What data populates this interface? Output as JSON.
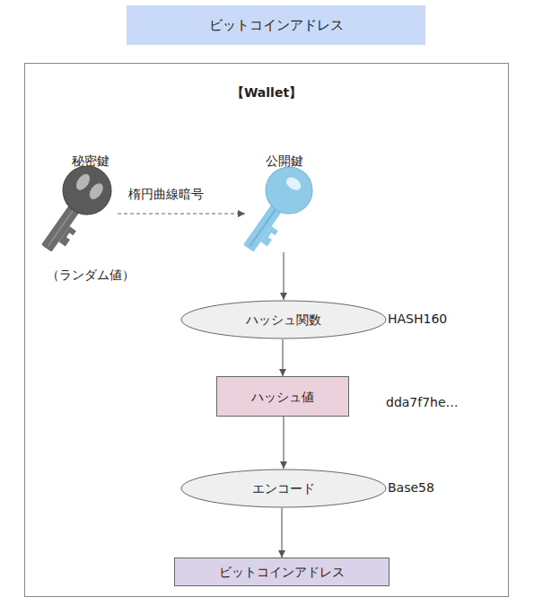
{
  "diagram": {
    "title": "ビットコインアドレス",
    "nodes": [
      {
        "text": [
          "【Wallet】"
        ]
      },
      {
        "text": [
          "秘密鍵",
          "（ランダム値）"
        ],
        "in": 0
      },
      {
        "text": [
          "公開鍵"
        ],
        "in": 0
      },
      {
        "text": [
          "ハッシュ関数"
        ],
        "in": 0
      },
      {
        "text": [
          "ハッシュ値"
        ],
        "in": 0
      },
      {
        "text": [
          "エンコード"
        ],
        "in": 0
      },
      {
        "text": [
          "ビットコインアドレス"
        ],
        "in": 0
      }
    ],
    "edges": [
      {
        "from": 1,
        "to": 2,
        "label": "楕円曲線暗号",
        "arrow": "to"
      },
      {
        "from": 2,
        "to": 3,
        "arrow": "to"
      },
      {
        "from": 3,
        "to": 4,
        "arrow": "to"
      },
      {
        "from": 4,
        "to": 5,
        "arrow": "to"
      },
      {
        "from": 5,
        "to": 6,
        "arrow": "to"
      }
    ],
    "labels": [
      "HASH160",
      "dda7f7he…",
      "Base58"
    ]
  }
}
